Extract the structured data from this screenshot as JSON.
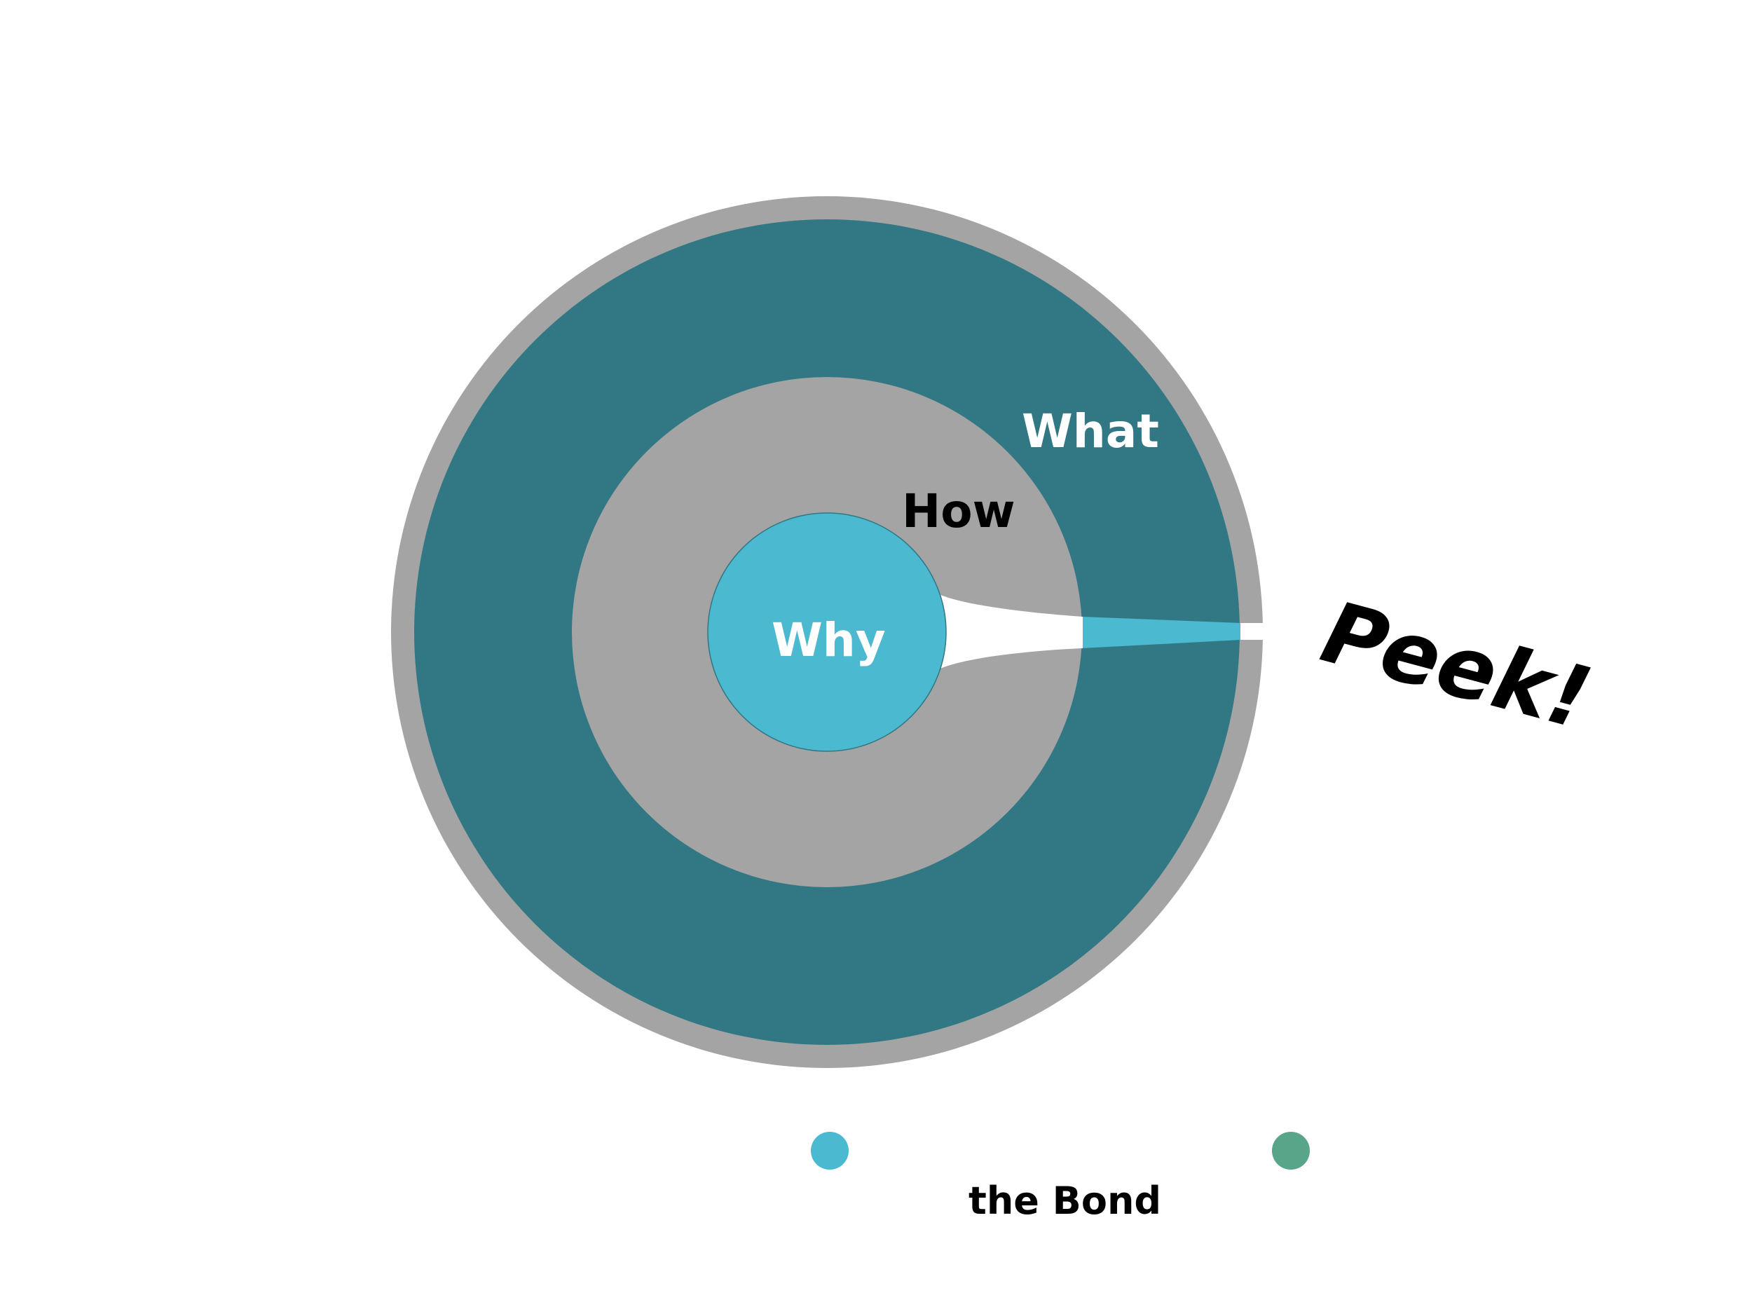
{
  "labels": {
    "what": "What",
    "how": "How",
    "why": "Why",
    "peek": "Peek!",
    "bond": "the Bond"
  },
  "colors": {
    "outer_ring": "#a4a4a4",
    "what_fill": "#317884",
    "how_fill": "#a4a4a4",
    "why_fill": "#4bb9cf",
    "bond_start": "#4bb9cf",
    "bond_end": "#58a58a",
    "text_light": "#ffffff",
    "text_dark": "#000000",
    "background": "#ffffff"
  }
}
